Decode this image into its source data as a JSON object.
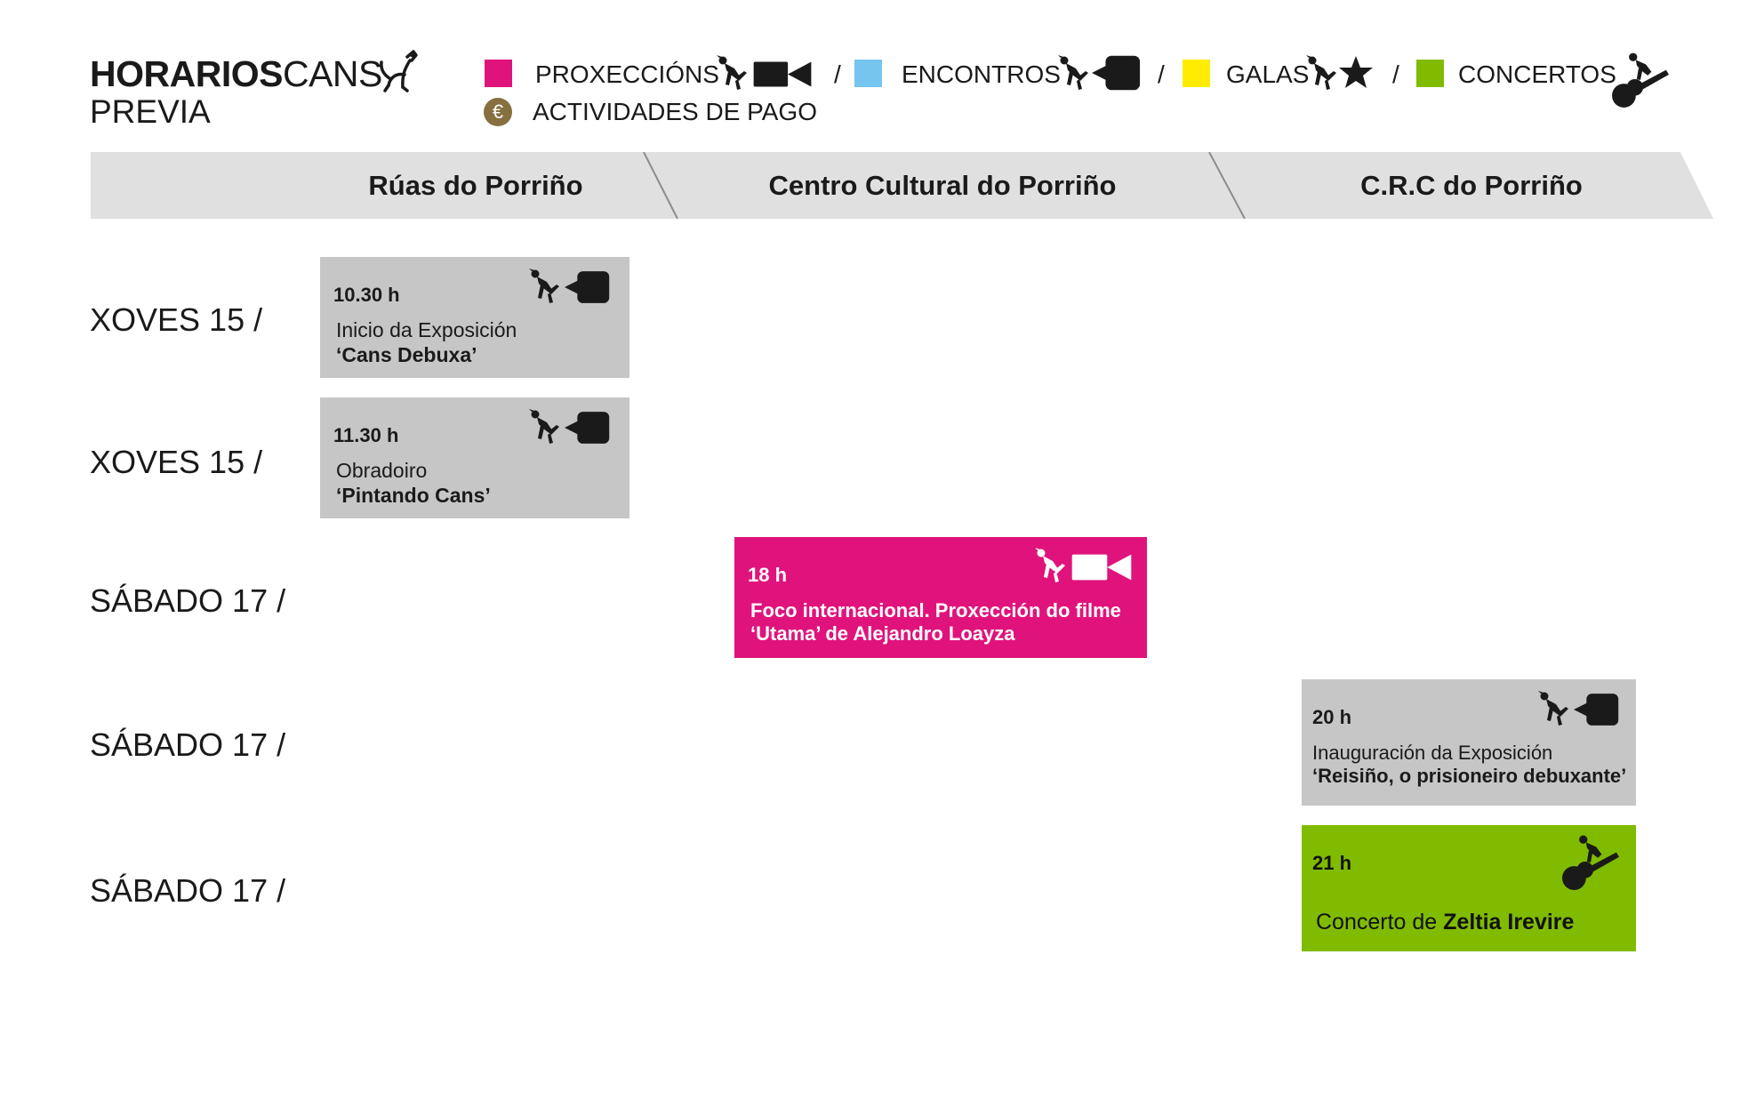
{
  "header": {
    "brand_bold": "HORARIOS",
    "brand_regular": "CANS",
    "subtitle": "PREVIA",
    "brand_icon": "dog-icon"
  },
  "legend": {
    "categories": [
      {
        "label": "PROXECCIÓNS",
        "color": "#e0137c",
        "icons": [
          "dog-icon",
          "movie-camera-icon"
        ]
      },
      {
        "label": "ENCONTROS",
        "color": "#75c5ef",
        "icons": [
          "dog-icon",
          "speech-bubble-icon"
        ]
      },
      {
        "label": "GALAS",
        "color": "#ffec00",
        "icons": [
          "dog-icon",
          "star-icon"
        ]
      },
      {
        "label": "CONCERTOS",
        "color": "#80bb00",
        "icons": [
          "dog-guitar-icon"
        ]
      }
    ],
    "separator": "/",
    "paid": {
      "symbol": "€",
      "label": "ACTIVIDADES DE PAGO",
      "color": "#86703f"
    }
  },
  "venues": [
    "Rúas do Porriño",
    "Centro Cultural do Porriño",
    "C.R.C do Porriño"
  ],
  "days": [
    "XOVES 15 /",
    "XOVES 15 /",
    "SÁBADO 17 /",
    "SÁBADO 17 /",
    "SÁBADO 17 /"
  ],
  "events": [
    {
      "time": "10.30 h",
      "line1": "Inicio da Exposición",
      "title": "‘Cans Debuxa’",
      "venue": "Rúas do Porriño",
      "category": "ENCONTROS",
      "icons": [
        "dog-icon",
        "speech-bubble-icon"
      ]
    },
    {
      "time": "11.30 h",
      "line1": "Obradoiro",
      "title": "‘Pintando Cans’",
      "venue": "Rúas do Porriño",
      "category": "ENCONTROS",
      "icons": [
        "dog-icon",
        "speech-bubble-icon"
      ]
    },
    {
      "time": "18 h",
      "line1": "Foco internacional. Proxección do filme",
      "title": "‘Utama’ de Alejandro Loayza",
      "venue": "Centro Cultural do Porriño",
      "category": "PROXECCIÓNS",
      "color": "#e0137c",
      "icons": [
        "dog-icon",
        "movie-camera-icon"
      ]
    },
    {
      "time": "20 h",
      "line1": "Inauguración da Exposición",
      "title": "‘Reisiño, o prisioneiro debuxante’",
      "venue": "C.R.C do Porriño",
      "category": "ENCONTROS",
      "icons": [
        "dog-icon",
        "speech-bubble-icon"
      ]
    },
    {
      "time": "21 h",
      "prefix": "Concerto de ",
      "title": "Zeltia Irevire",
      "venue": "C.R.C do Porriño",
      "category": "CONCERTOS",
      "color": "#80bb00",
      "icons": [
        "dog-guitar-icon"
      ]
    }
  ],
  "colors": {
    "band": "#e0e0e0",
    "band_outline": "#8c8c8c",
    "card_gray": "#c6c6c6",
    "icon": "#1a1a1a"
  }
}
